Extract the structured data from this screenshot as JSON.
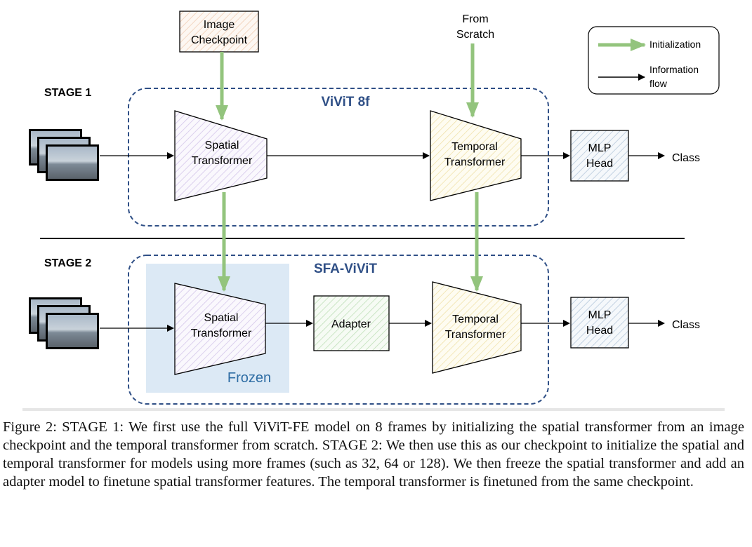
{
  "figure": {
    "stage1_label": "STAGE 1",
    "stage2_label": "STAGE 2",
    "vivit_title": "ViViT 8f",
    "sfa_title": "SFA-ViViT",
    "image_checkpoint_line1": "Image",
    "image_checkpoint_line2": "Checkpoint",
    "from_scratch_line1": "From",
    "from_scratch_line2": "Scratch",
    "spatial_line1": "Spatial",
    "spatial_line2": "Transformer",
    "temporal_line1": "Temporal",
    "temporal_line2": "Transformer",
    "mlp_line1": "MLP",
    "mlp_line2": "Head",
    "adapter": "Adapter",
    "class_label": "Class",
    "frozen": "Frozen",
    "legend_init": "Initialization",
    "legend_info_line1": "Information",
    "legend_info_line2": "flow"
  },
  "colors": {
    "init_arrow": "#93c47d",
    "dashed_box": "#2f4f86",
    "frozen_bg": "#dce9f5",
    "frozen_text": "#2e6da4",
    "spatial_hatch": "#c9b8e3",
    "temporal_hatch": "#efe0a8",
    "checkpoint_hatch": "#efc9b0",
    "adapter_hatch": "#b8dcb0",
    "mlp_hatch": "#a9bfd6"
  },
  "caption": "Figure 2: STAGE 1: We first use the full ViViT-FE model on 8 frames by initializing the spatial transformer from an image checkpoint and the temporal transformer from scratch. STAGE 2: We then use this as our checkpoint to initialize the spatial and temporal transformer for models using more frames (such as 32, 64 or 128). We then freeze the spatial transformer and add an adapter model to finetune spatial transformer features. The temporal transformer is finetuned from the same checkpoint."
}
